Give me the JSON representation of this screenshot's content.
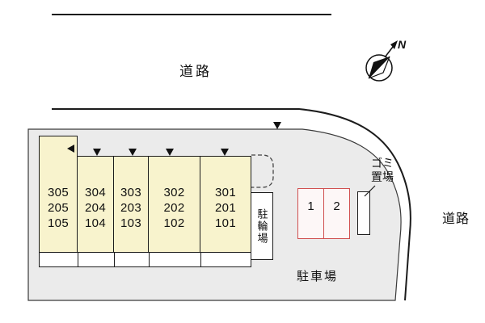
{
  "colors": {
    "site_fill": "#ebebeb",
    "unit_fill": "#f8f3cd",
    "parking_space_border": "#d05050",
    "parking_space_fill": "#fdf7f7",
    "line": "#1c1c1c"
  },
  "labels": {
    "road_top": "道路",
    "road_right": "道路",
    "parking_lot": "駐車場",
    "bicycle_parking": "駐輪場",
    "garbage_area": [
      "ゴミ",
      "置場"
    ],
    "north": "N"
  },
  "building": {
    "units": [
      {
        "rooms": [
          "305",
          "205",
          "105"
        ]
      },
      {
        "rooms": [
          "304",
          "204",
          "104"
        ]
      },
      {
        "rooms": [
          "303",
          "203",
          "103"
        ]
      },
      {
        "rooms": [
          "302",
          "202",
          "102"
        ]
      },
      {
        "rooms": [
          "301",
          "201",
          "101"
        ]
      }
    ]
  },
  "parking_spaces": [
    {
      "number": "1"
    },
    {
      "number": "2"
    }
  ]
}
